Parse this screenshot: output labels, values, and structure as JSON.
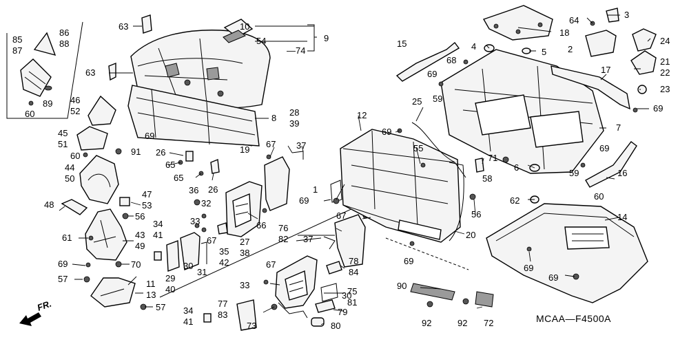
{
  "diagram": {
    "code": "MCAA—F4500A",
    "direction_label": "FR.",
    "callouts": [
      {
        "id": "c63a",
        "text": "63"
      },
      {
        "id": "c63b",
        "text": "63"
      },
      {
        "id": "c10",
        "text": "10"
      },
      {
        "id": "c54",
        "text": "54"
      },
      {
        "id": "c9",
        "text": "9"
      },
      {
        "id": "c74",
        "text": "—74"
      },
      {
        "id": "c85",
        "text": "85"
      },
      {
        "id": "c87",
        "text": "87"
      },
      {
        "id": "c86",
        "text": "86"
      },
      {
        "id": "c88",
        "text": "88"
      },
      {
        "id": "c89",
        "text": "89"
      },
      {
        "id": "c60a",
        "text": "60"
      },
      {
        "id": "c46",
        "text": "46"
      },
      {
        "id": "c52",
        "text": "52"
      },
      {
        "id": "c45",
        "text": "45"
      },
      {
        "id": "c51",
        "text": "51"
      },
      {
        "id": "c69a",
        "text": "69"
      },
      {
        "id": "c60b",
        "text": "60"
      },
      {
        "id": "c91",
        "text": "91"
      },
      {
        "id": "c44",
        "text": "44"
      },
      {
        "id": "c50",
        "text": "50"
      },
      {
        "id": "c48",
        "text": "48"
      },
      {
        "id": "c47",
        "text": "47"
      },
      {
        "id": "c53",
        "text": "53"
      },
      {
        "id": "c56a",
        "text": "56"
      },
      {
        "id": "c61",
        "text": "61"
      },
      {
        "id": "c43",
        "text": "43"
      },
      {
        "id": "c49",
        "text": "49"
      },
      {
        "id": "c69b",
        "text": "69"
      },
      {
        "id": "c70",
        "text": "70"
      },
      {
        "id": "c57a",
        "text": "57"
      },
      {
        "id": "c11",
        "text": "11"
      },
      {
        "id": "c13",
        "text": "13"
      },
      {
        "id": "c57b",
        "text": "57"
      },
      {
        "id": "c8",
        "text": "8"
      },
      {
        "id": "c19",
        "text": "19"
      },
      {
        "id": "c28",
        "text": "28"
      },
      {
        "id": "c39",
        "text": "39"
      },
      {
        "id": "c37a",
        "text": "37"
      },
      {
        "id": "c67a",
        "text": "67"
      },
      {
        "id": "c26a",
        "text": "26"
      },
      {
        "id": "c65a",
        "text": "65"
      },
      {
        "id": "c65b",
        "text": "65"
      },
      {
        "id": "c26b",
        "text": "26"
      },
      {
        "id": "c36",
        "text": "36"
      },
      {
        "id": "c33a",
        "text": "33"
      },
      {
        "id": "c32",
        "text": "32"
      },
      {
        "id": "c34a",
        "text": "34"
      },
      {
        "id": "c41a",
        "text": "41"
      },
      {
        "id": "c67b",
        "text": "67"
      },
      {
        "id": "c27",
        "text": "27"
      },
      {
        "id": "c38",
        "text": "38"
      },
      {
        "id": "c66",
        "text": "66"
      },
      {
        "id": "c35",
        "text": "35"
      },
      {
        "id": "c42",
        "text": "42"
      },
      {
        "id": "c30a",
        "text": "30"
      },
      {
        "id": "c31",
        "text": "31"
      },
      {
        "id": "c29",
        "text": "29"
      },
      {
        "id": "c40",
        "text": "40"
      },
      {
        "id": "c34b",
        "text": "34"
      },
      {
        "id": "c41b",
        "text": "41"
      },
      {
        "id": "c77",
        "text": "77"
      },
      {
        "id": "c83",
        "text": "83"
      },
      {
        "id": "c33b",
        "text": "33"
      },
      {
        "id": "c67c",
        "text": "67"
      },
      {
        "id": "c73",
        "text": "73"
      },
      {
        "id": "c80",
        "text": "80"
      },
      {
        "id": "c79",
        "text": "79"
      },
      {
        "id": "c75",
        "text": "75"
      },
      {
        "id": "c81",
        "text": "81"
      },
      {
        "id": "c30b",
        "text": "30"
      },
      {
        "id": "c78",
        "text": "78"
      },
      {
        "id": "c84",
        "text": "84"
      },
      {
        "id": "c76",
        "text": "76"
      },
      {
        "id": "c82",
        "text": "82"
      },
      {
        "id": "c37b",
        "text": "37"
      },
      {
        "id": "c67d",
        "text": "67"
      },
      {
        "id": "c1",
        "text": "1"
      },
      {
        "id": "c69c",
        "text": "69"
      },
      {
        "id": "c12",
        "text": "12"
      },
      {
        "id": "c69d",
        "text": "69"
      },
      {
        "id": "c25",
        "text": "25"
      },
      {
        "id": "c55",
        "text": "55"
      },
      {
        "id": "c71",
        "text": "71"
      },
      {
        "id": "c58",
        "text": "58"
      },
      {
        "id": "c56b",
        "text": "56"
      },
      {
        "id": "c20",
        "text": "20"
      },
      {
        "id": "c69e",
        "text": "69"
      },
      {
        "id": "c90",
        "text": "90"
      },
      {
        "id": "c92a",
        "text": "92"
      },
      {
        "id": "c92b",
        "text": "92"
      },
      {
        "id": "c72",
        "text": "72"
      },
      {
        "id": "c15",
        "text": "15"
      },
      {
        "id": "c69f",
        "text": "69"
      },
      {
        "id": "c59a",
        "text": "59"
      },
      {
        "id": "c68",
        "text": "68"
      },
      {
        "id": "c4",
        "text": "4"
      },
      {
        "id": "c5",
        "text": "5"
      },
      {
        "id": "c18",
        "text": "18"
      },
      {
        "id": "c64",
        "text": "64"
      },
      {
        "id": "c3",
        "text": "3"
      },
      {
        "id": "c2",
        "text": "2"
      },
      {
        "id": "c24",
        "text": "24"
      },
      {
        "id": "c21",
        "text": "21"
      },
      {
        "id": "c22",
        "text": "22"
      },
      {
        "id": "c23",
        "text": "23"
      },
      {
        "id": "c17",
        "text": "17"
      },
      {
        "id": "c69g",
        "text": "69"
      },
      {
        "id": "c7",
        "text": "7"
      },
      {
        "id": "c69h",
        "text": "69"
      },
      {
        "id": "c59b",
        "text": "59"
      },
      {
        "id": "c16",
        "text": "16"
      },
      {
        "id": "c6",
        "text": "6"
      },
      {
        "id": "c62",
        "text": "62"
      },
      {
        "id": "c60c",
        "text": "60"
      },
      {
        "id": "c14",
        "text": "14"
      },
      {
        "id": "c69i",
        "text": "69"
      },
      {
        "id": "c69j",
        "text": "69"
      }
    ]
  }
}
